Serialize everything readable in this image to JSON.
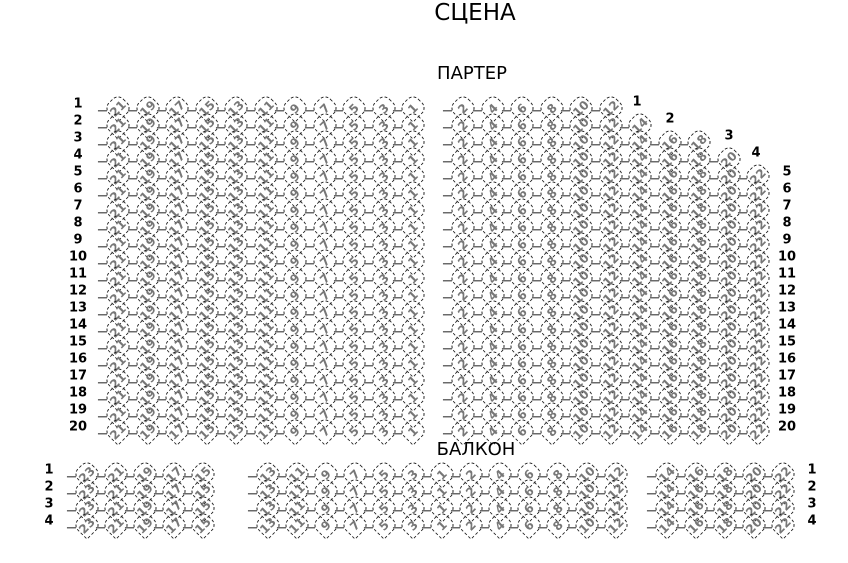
{
  "stage_label": "СЦЕНА",
  "parter": {
    "label": "ПАРТЕР",
    "left_seats": [
      21,
      19,
      17,
      15,
      13,
      11,
      9,
      7,
      5,
      3,
      1
    ],
    "rows": [
      {
        "label": "1",
        "right": [
          2,
          4,
          6,
          8,
          10,
          12
        ]
      },
      {
        "label": "2",
        "right": [
          2,
          4,
          6,
          8,
          10,
          12,
          14
        ]
      },
      {
        "label": "3",
        "right": [
          2,
          4,
          6,
          8,
          10,
          12,
          14,
          16,
          18
        ]
      },
      {
        "label": "4",
        "right": [
          2,
          4,
          6,
          8,
          10,
          12,
          14,
          16,
          18,
          20
        ]
      },
      {
        "label": "5",
        "right": [
          2,
          4,
          6,
          8,
          10,
          12,
          14,
          16,
          18,
          20,
          22
        ]
      },
      {
        "label": "6",
        "right": [
          2,
          4,
          6,
          8,
          10,
          12,
          14,
          16,
          18,
          20,
          22
        ]
      },
      {
        "label": "7",
        "right": [
          2,
          4,
          6,
          8,
          10,
          12,
          14,
          16,
          18,
          20,
          22
        ]
      },
      {
        "label": "8",
        "right": [
          2,
          4,
          6,
          8,
          10,
          12,
          14,
          16,
          18,
          20,
          22
        ]
      },
      {
        "label": "9",
        "right": [
          2,
          4,
          6,
          8,
          10,
          12,
          14,
          16,
          18,
          20,
          22
        ]
      },
      {
        "label": "10",
        "right": [
          2,
          4,
          6,
          8,
          10,
          12,
          14,
          16,
          18,
          20,
          22
        ]
      },
      {
        "label": "11",
        "right": [
          2,
          4,
          6,
          8,
          10,
          12,
          14,
          16,
          18,
          20,
          22
        ]
      },
      {
        "label": "12",
        "right": [
          2,
          4,
          6,
          8,
          10,
          12,
          14,
          16,
          18,
          20,
          22
        ]
      },
      {
        "label": "13",
        "right": [
          2,
          4,
          6,
          8,
          10,
          12,
          14,
          16,
          18,
          20,
          22
        ]
      },
      {
        "label": "14",
        "right": [
          2,
          4,
          6,
          8,
          10,
          12,
          14,
          16,
          18,
          20,
          22
        ]
      },
      {
        "label": "15",
        "right": [
          2,
          4,
          6,
          8,
          10,
          12,
          14,
          16,
          18,
          20,
          22
        ]
      },
      {
        "label": "16",
        "right": [
          2,
          4,
          6,
          8,
          10,
          12,
          14,
          16,
          18,
          20,
          22
        ]
      },
      {
        "label": "17",
        "right": [
          2,
          4,
          6,
          8,
          10,
          12,
          14,
          16,
          18,
          20,
          22
        ]
      },
      {
        "label": "18",
        "right": [
          2,
          4,
          6,
          8,
          10,
          12,
          14,
          16,
          18,
          20,
          22
        ]
      },
      {
        "label": "19",
        "right": [
          2,
          4,
          6,
          8,
          10,
          12,
          14,
          16,
          18,
          20,
          22
        ]
      },
      {
        "label": "20",
        "right": [
          2,
          4,
          6,
          8,
          10,
          12,
          14,
          16,
          18,
          20,
          22
        ]
      }
    ]
  },
  "balcony": {
    "label": "БАЛКОН",
    "rows": [
      "1",
      "2",
      "3",
      "4"
    ],
    "left_block": [
      23,
      21,
      19,
      17,
      15
    ],
    "center_block": [
      13,
      11,
      9,
      7,
      5,
      3,
      1,
      2,
      4,
      6,
      8,
      10,
      12
    ],
    "right_block": [
      14,
      16,
      18,
      20,
      22
    ]
  }
}
